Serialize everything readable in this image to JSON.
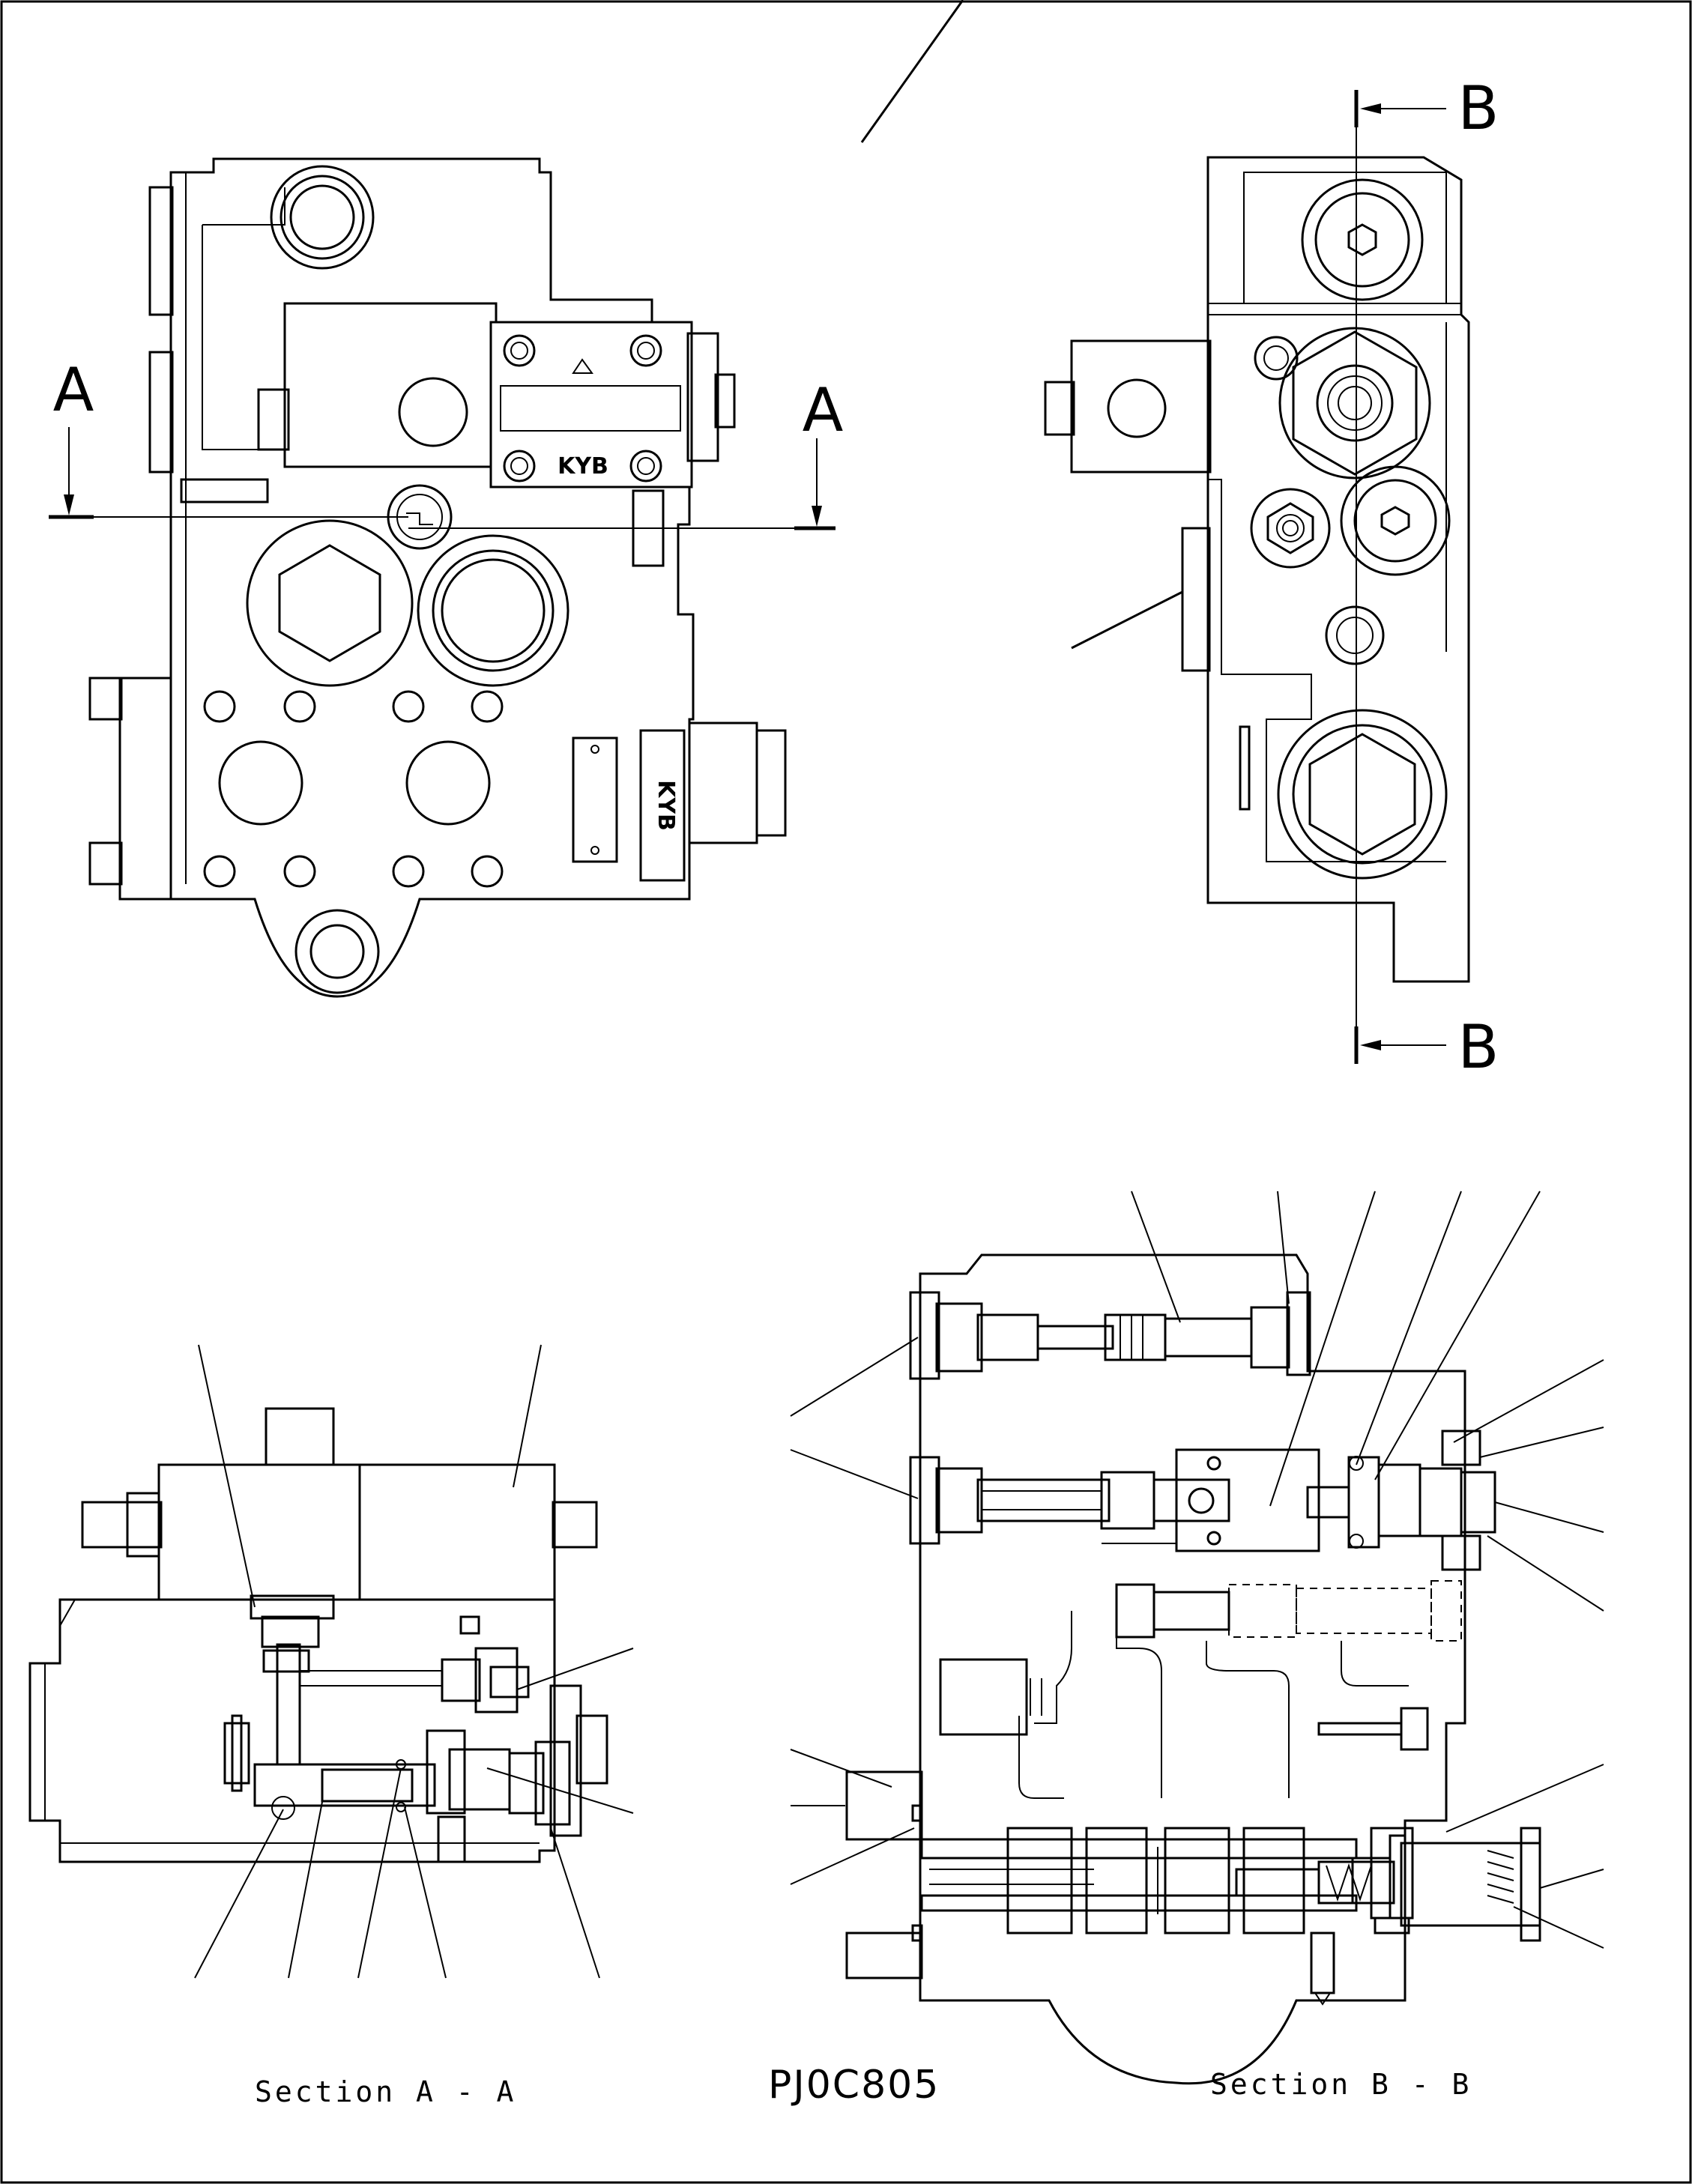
{
  "labels": {
    "section_a_marker": "A",
    "section_b_marker": "B",
    "section_a_caption": "Section A - A",
    "section_b_caption": "Section B - B",
    "drawing_code": "PJ0C805",
    "brand_mark": "KYB"
  },
  "colors": {
    "line": "#000000",
    "background": "#ffffff"
  }
}
